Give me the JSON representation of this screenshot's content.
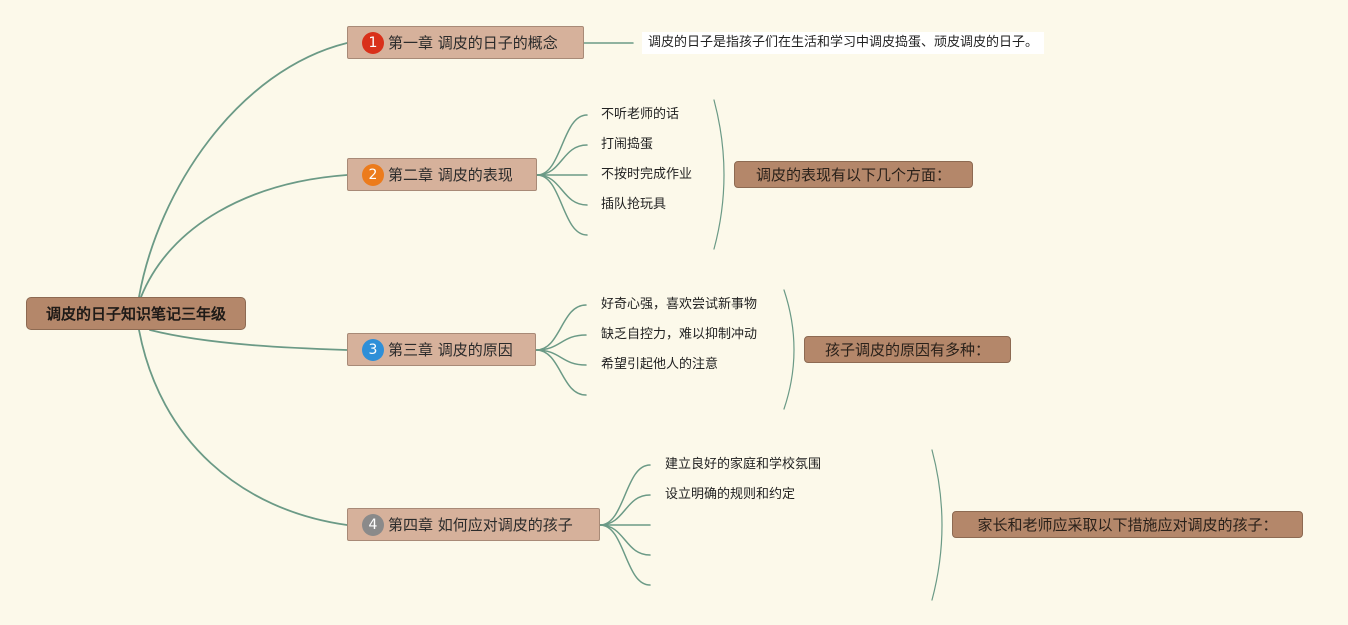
{
  "mindmap": {
    "root": "调皮的日子知识笔记三年级",
    "chapters": [
      {
        "num": "1",
        "num_color": "#d9301a",
        "label": "第一章 调皮的日子的概念",
        "description": "调皮的日子是指孩子们在生活和学习中调皮捣蛋、顽皮调皮的日子。"
      },
      {
        "num": "2",
        "num_color": "#ec7b1c",
        "label": "第二章 调皮的表现",
        "items": [
          "不听老师的话",
          "打闹捣蛋",
          "不按时完成作业",
          "插队抢玩具"
        ],
        "summary": "调皮的表现有以下几个方面："
      },
      {
        "num": "3",
        "num_color": "#2e8fd8",
        "label": "第三章 调皮的原因",
        "items": [
          "好奇心强，喜欢尝试新事物",
          "缺乏自控力，难以抑制冲动",
          "希望引起他人的注意"
        ],
        "summary": "孩子调皮的原因有多种："
      },
      {
        "num": "4",
        "num_color": "#8a8a8a",
        "label": "第四章 如何应对调皮的孩子",
        "items": [
          "建立良好的家庭和学校氛围",
          "设立明确的规则和约定"
        ],
        "summary": "家长和老师应采取以下措施应对调皮的孩子："
      }
    ]
  },
  "colors": {
    "background": "#fcf9ea",
    "connector": "#6b9a86",
    "root_fill": "#b4876a",
    "chapter_fill": "#d6b19b"
  }
}
